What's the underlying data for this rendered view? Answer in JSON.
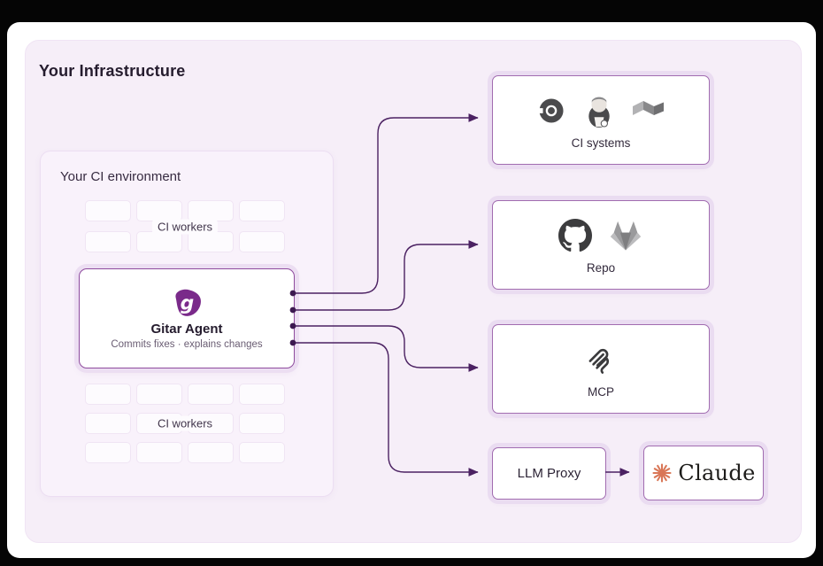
{
  "title": "Your Infrastructure",
  "ci_environment": {
    "title": "Your CI environment",
    "worker_grids": [
      {
        "label": "CI workers",
        "rows": 2,
        "cols": 4
      },
      {
        "label": "CI workers",
        "rows": 3,
        "cols": 4
      }
    ],
    "agent": {
      "name": "Gitar Agent",
      "description": "Commits fixes · explains changes",
      "icon": "gitar-logo-icon"
    }
  },
  "targets": {
    "ci_systems": {
      "label": "CI systems",
      "icons": [
        "circleci-icon",
        "jenkins-icon",
        "buildkite-icon"
      ]
    },
    "repo": {
      "label": "Repo",
      "icons": [
        "github-icon",
        "gitlab-icon"
      ]
    },
    "mcp": {
      "label": "MCP",
      "icons": [
        "mcp-icon"
      ]
    },
    "llm_proxy": {
      "label": "LLM Proxy",
      "icons": []
    },
    "claude": {
      "label": "Claude",
      "icons": [
        "claude-starburst-icon"
      ]
    }
  },
  "connections": [
    {
      "from": "gitar-agent",
      "to": "ci-systems"
    },
    {
      "from": "gitar-agent",
      "to": "repo"
    },
    {
      "from": "gitar-agent",
      "to": "mcp"
    },
    {
      "from": "gitar-agent",
      "to": "llm-proxy"
    },
    {
      "from": "llm-proxy",
      "to": "claude"
    }
  ],
  "colors": {
    "frame_black": "#050505",
    "panel_bg": "#f6eef8",
    "accent_purple": "#8e4b9e",
    "wire_purple": "#4b2162",
    "claude_coral": "#d97757"
  }
}
